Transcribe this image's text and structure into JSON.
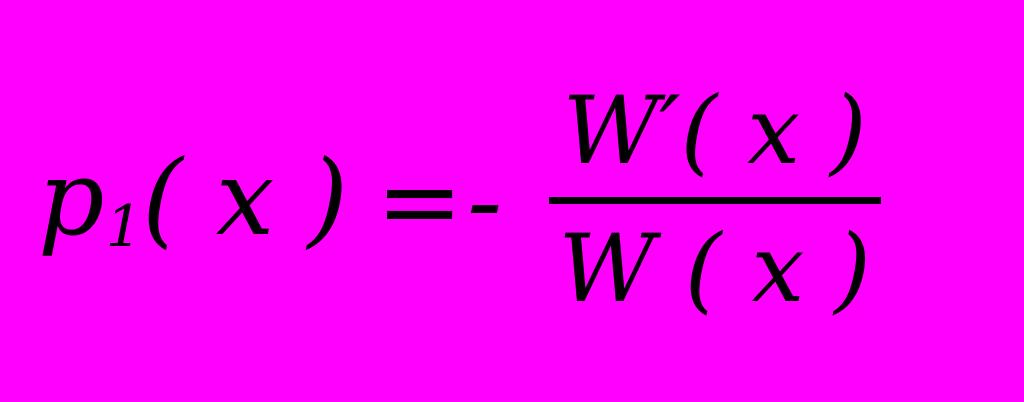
{
  "page": {
    "background_color": "#FF00FF",
    "text_color": "#000000"
  },
  "equation": {
    "lhs": {
      "symbol": "p",
      "subscript": "1",
      "argument": "( x )"
    },
    "equals": "=",
    "minus": "-",
    "fraction": {
      "numerator": "W′( x )",
      "denominator": "W ( x )"
    }
  }
}
